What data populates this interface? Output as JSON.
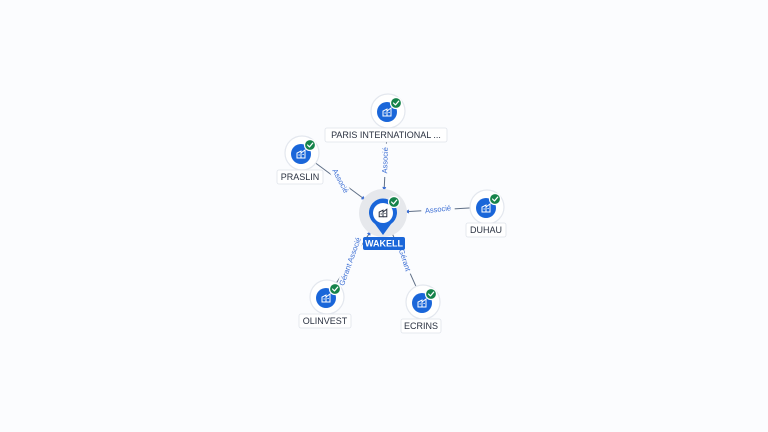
{
  "center": {
    "name": "WAKELL",
    "verified": true,
    "icon": "building-icon"
  },
  "nodes": [
    {
      "id": "paris",
      "name": "PARIS INTERNATIONAL ...",
      "verified": true,
      "icon": "building-icon"
    },
    {
      "id": "praslin",
      "name": "PRASLIN",
      "verified": true,
      "icon": "building-icon"
    },
    {
      "id": "duhau",
      "name": "DUHAU",
      "verified": true,
      "icon": "building-icon"
    },
    {
      "id": "olinvest",
      "name": "OLINVEST",
      "verified": true,
      "icon": "building-icon"
    },
    {
      "id": "ecrins",
      "name": "ECRINS",
      "verified": true,
      "icon": "building-icon"
    }
  ],
  "edges": [
    {
      "from": "paris",
      "label": "Associé"
    },
    {
      "from": "praslin",
      "label": "Associé"
    },
    {
      "from": "duhau",
      "label": "Associé"
    },
    {
      "from": "olinvest",
      "label": "Gérant Associé"
    },
    {
      "from": "ecrins",
      "label": "Gérant"
    }
  ],
  "colors": {
    "accent": "#1a66d9",
    "verified": "#15834a",
    "edge": "#5f6f86",
    "edge_label": "#3d6fd4"
  }
}
